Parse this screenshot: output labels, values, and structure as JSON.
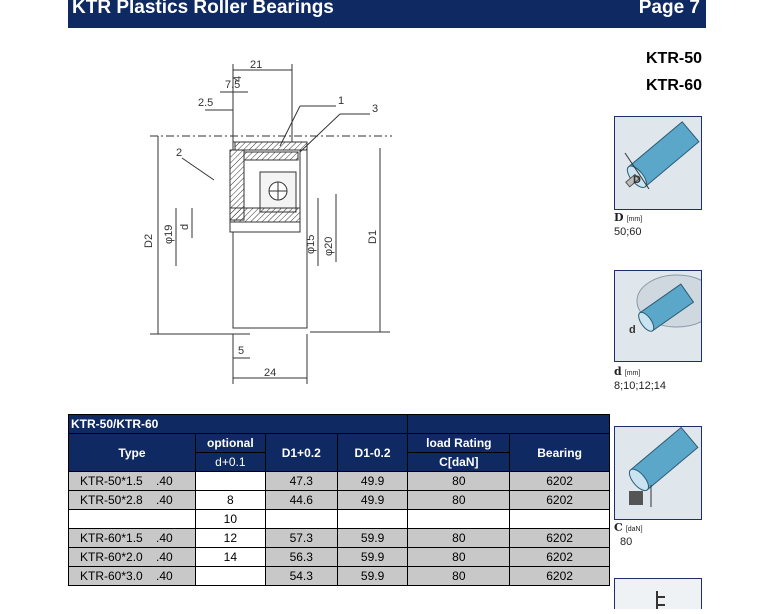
{
  "header": {
    "title": "KTR Plastics Roller Bearings",
    "page": "Page 7"
  },
  "models": [
    "KTR-50",
    "KTR-60"
  ],
  "drawing": {
    "dims": {
      "d21": "21",
      "d7_5": "7.5",
      "d4": "4",
      "d2_5": "2.5",
      "c1": "1",
      "c3": "3",
      "c2": "2",
      "D2": "D2",
      "phi19": "φ19",
      "d": "d",
      "phi15": "φ15",
      "phi20": "φ20",
      "D1": "D1",
      "d5": "5",
      "d24": "24"
    }
  },
  "side": [
    {
      "symbol": "D",
      "unit": "[mm]",
      "value": "50;60",
      "icon": "roller-diameter-D-icon"
    },
    {
      "symbol": "d",
      "unit": "[mm]",
      "value": "8;10;12;14",
      "icon": "shaft-diameter-d-icon"
    },
    {
      "symbol": "C",
      "unit": "[daN]",
      "value": "80",
      "icon": "load-rating-icon"
    }
  ],
  "table": {
    "caption": "KTR-50/KTR-60",
    "headers": {
      "type": "Type",
      "optional": "optional",
      "optional_sub": "d+0.1",
      "d1plus": "D1+0.2",
      "d1minus": "D1-0.2",
      "load": "load Rating",
      "load_sub": "C[daN]",
      "bearing": "Bearing"
    },
    "rows": [
      {
        "type": "KTR-50*1.5    .40",
        "optional": "",
        "d1p": "47.3",
        "d1m": "49.9",
        "c": "80",
        "bearing": "6202",
        "style": "grey"
      },
      {
        "type": "KTR-50*2.8    .40",
        "optional": "8",
        "d1p": "44.6",
        "d1m": "49.9",
        "c": "80",
        "bearing": "6202",
        "style": "grey"
      },
      {
        "type": "",
        "optional": "10",
        "d1p": "",
        "d1m": "",
        "c": "",
        "bearing": "",
        "style": "white"
      },
      {
        "type": "KTR-60*1.5    .40",
        "optional": "12",
        "d1p": "57.3",
        "d1m": "59.9",
        "c": "80",
        "bearing": "6202",
        "style": "grey"
      },
      {
        "type": "KTR-60*2.0    .40",
        "optional": "14",
        "d1p": "56.3",
        "d1m": "59.9",
        "c": "80",
        "bearing": "6202",
        "style": "grey"
      },
      {
        "type": "KTR-60*3.0    .40",
        "optional": "",
        "d1p": "54.3",
        "d1m": "59.9",
        "c": "80",
        "bearing": "6202",
        "style": "grey"
      }
    ]
  },
  "colors": {
    "header_bg": "#0f2a63",
    "row_grey": "#c8c8c8"
  }
}
